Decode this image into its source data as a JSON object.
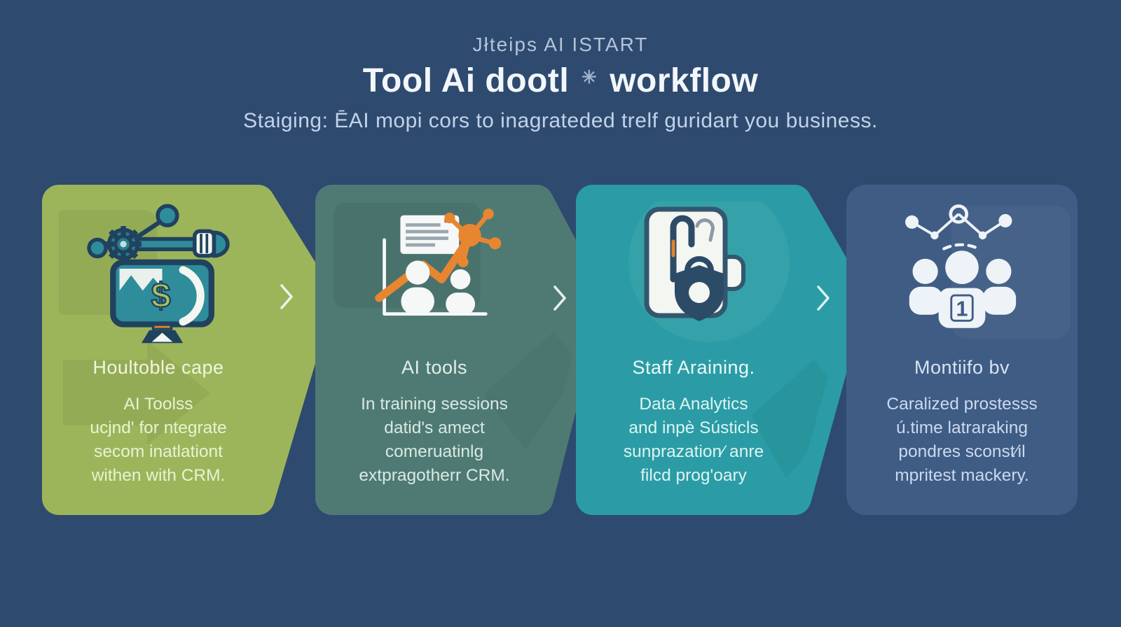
{
  "page": {
    "background": "#2e4a6f",
    "accent_orange": "#e8862f",
    "icon_outline": "#20425e"
  },
  "header": {
    "eyebrow": "Jłteips AI ISTART",
    "title_left": "Tool Ai dootl",
    "title_glyph": "✳",
    "title_right": "workflow",
    "subtitle": "Staiging: ĒAI mopi cors to inagrateded trelf guridart you business."
  },
  "connector": {
    "chevron": "›"
  },
  "steps": [
    {
      "title": "Houltoble cape",
      "body": "AI Toolss\nucjnd' for ntegrate\nsecom inatlationt\nwithen with CRM.",
      "color": "#9cb55b",
      "icon": "monitor-dollar-tools-icon",
      "icon_glyph": "$"
    },
    {
      "title": "AI tools",
      "body": "In training sessions\ndatid's amect\ncomeruatinlg\nextpragotherr CRM.",
      "color": "#4f7a74",
      "icon": "chart-people-network-icon"
    },
    {
      "title": "Staff Araining.",
      "body": "Data Analytics\nand inpè Sústicls\nsunprazation⁄ anre\nfilcd prog'oary",
      "color": "#2b9ca5",
      "icon": "document-shield-icon"
    },
    {
      "title": "Montiifo bv",
      "body": "Caralized prostesss\nú.time latraraking\npondres sconst⁄il\nmpritest mackery.",
      "color": "#3f5c85",
      "icon": "team-monitoring-icon",
      "badge": "1"
    }
  ]
}
